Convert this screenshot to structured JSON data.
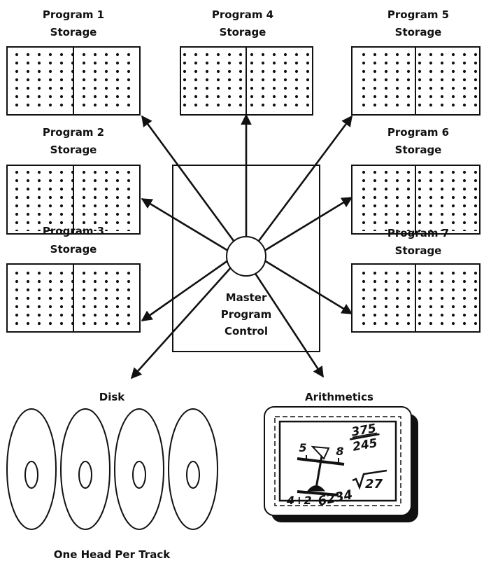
{
  "storage_units": [
    {
      "line1": "Program 1",
      "line2": "Storage"
    },
    {
      "line1": "Program 4",
      "line2": "Storage"
    },
    {
      "line1": "Program 5",
      "line2": "Storage"
    },
    {
      "line1": "Program 2",
      "line2": "Storage"
    },
    {
      "line1": "Program 6",
      "line2": "Storage"
    },
    {
      "line1": "Program 3",
      "line2": "Storage"
    },
    {
      "line1": "Program 7",
      "line2": "Storage"
    }
  ],
  "master": {
    "line1": "Master",
    "line2": "Program",
    "line3": "Control"
  },
  "disk": {
    "label": "Disk",
    "caption": "One Head Per Track",
    "disk_count": 4
  },
  "arithmetics": {
    "label": "Arithmetics",
    "balance_left": "5",
    "balance_right": "8",
    "fraction_top": "375",
    "fraction_bottom": "245",
    "sqrt_value": "27",
    "sum_expression": "4+2",
    "number": "6234"
  }
}
